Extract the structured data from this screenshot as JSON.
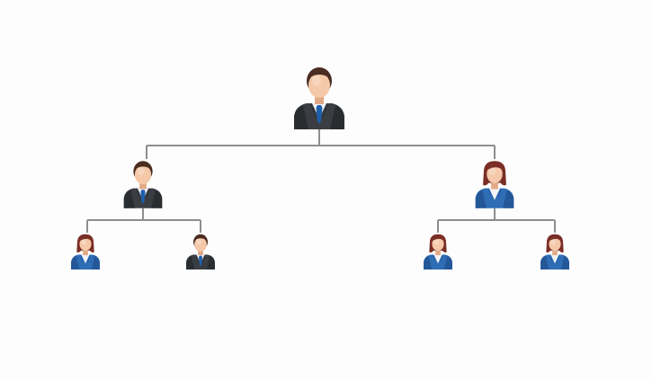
{
  "org_chart": {
    "connector_color": "#8e8e8e",
    "colors": {
      "skin": "#f4c8a8",
      "skin_shade": "#e2a985",
      "hair_male": "#4a2c20",
      "hair_female": "#7a2e25",
      "suit_dark": "#3a3d42",
      "suit_shade": "#23262a",
      "suit_blue": "#2f6db5",
      "suit_blue_shade": "#1f4f8c",
      "shirt": "#f2f4f7",
      "tie": "#1d5fae"
    },
    "nodes": [
      {
        "id": "ceo",
        "gender": "male",
        "level": 0,
        "parent": null
      },
      {
        "id": "manager-left",
        "gender": "male",
        "level": 1,
        "parent": "ceo"
      },
      {
        "id": "manager-right",
        "gender": "female",
        "level": 1,
        "parent": "ceo"
      },
      {
        "id": "staff-left-1",
        "gender": "female",
        "level": 2,
        "parent": "manager-left"
      },
      {
        "id": "staff-left-2",
        "gender": "male",
        "level": 2,
        "parent": "manager-left"
      },
      {
        "id": "staff-right-1",
        "gender": "female",
        "level": 2,
        "parent": "manager-right"
      },
      {
        "id": "staff-right-2",
        "gender": "female",
        "level": 2,
        "parent": "manager-right"
      }
    ]
  }
}
